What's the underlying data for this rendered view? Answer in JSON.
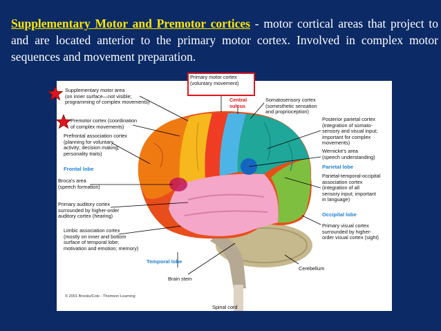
{
  "slide": {
    "title": "Supplementary Motor and Premotor cortices",
    "description": " - motor cortical areas that project to and are located anterior to the primary motor cortex. Involved in complex motor sequences and movement preparation."
  },
  "diagram": {
    "labels": {
      "primary_motor": "Primary motor cortex\n(voluntary movement)",
      "central_sulcus": "Central\nsulcus",
      "supplementary_motor": "Supplementary motor area\n(on inner surface—not visible;\nprogramming of complex movements)",
      "premotor": "Premotor cortex (coordination\nof complex movements)",
      "prefrontal": "Prefrontal association cortex\n(planning for voluntary\nactivity; decision making;\npersonality traits)",
      "frontal_lobe": "Frontal lobe",
      "broca": "Broca's area\n(speech formation)",
      "primary_auditory": "Primary auditory cortex\nsurrounded by higher-order\nauditory cortex (hearing)",
      "limbic": "Limbic association cortex\n(mostly on inner and bottom\nsurface of temporal lobe;\nmotivation and emotion; memory)",
      "temporal_lobe": "Temporal lobe",
      "brain_stem": "Brain stem",
      "spinal_cord": "Spinal cord",
      "cerebellum": "Cerebellum",
      "somatosensory": "Somatosensory cortex\n(somesthetic sensation\nand proprioception)",
      "posterior_parietal": "Posterior parietal cortex\n(integration of somato-\nsensory and visual input;\nimportant for complex\nmovements)",
      "wernicke": "Wernicke's area\n(speech understanding)",
      "parietal_lobe": "Parietal lobe",
      "ptoc": "Parietal-temporal-occipital\nassociation cortex\n(integration of all\nsensory input; important\nin language)",
      "occipital_lobe": "Occipital lobe",
      "primary_visual": "Primary visual cortex\nsurrounded by higher-\norder visual cortex (sight)",
      "copyright": "© 2001 Brooks/Cole - Thomson Learning"
    },
    "colors": {
      "background": "#0b2a66",
      "title": "#ffe600",
      "highlight_box": "#e2151c",
      "star": "#e2151c"
    }
  }
}
